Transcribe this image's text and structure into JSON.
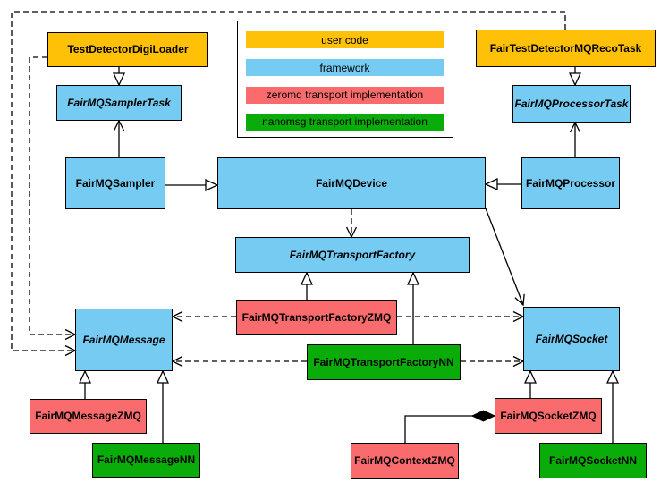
{
  "palette": {
    "user_code": "#FFC107",
    "framework": "#76CBF2",
    "zeromq": "#FA6B6D",
    "nanomsg": "#0AAC0A",
    "line": "#000000"
  },
  "legend": {
    "items": [
      {
        "label": "user code",
        "color": "#FFC107"
      },
      {
        "label": "framework",
        "color": "#76CBF2"
      },
      {
        "label": "zeromq transport implementation",
        "color": "#FA6B6D"
      },
      {
        "label": "nanomsg transport implementation",
        "color": "#0AAC0A"
      }
    ]
  },
  "nodes": [
    {
      "label": "TestDetectorDigiLoader",
      "category": "user_code",
      "abstract": false
    },
    {
      "label": "FairTestDetectorMQRecoTask",
      "category": "user_code",
      "abstract": false
    },
    {
      "label": "FairMQSamplerTask",
      "category": "framework",
      "abstract": true
    },
    {
      "label": "FairMQProcessorTask",
      "category": "framework",
      "abstract": true
    },
    {
      "label": "FairMQSampler",
      "category": "framework",
      "abstract": false
    },
    {
      "label": "FairMQDevice",
      "category": "framework",
      "abstract": false
    },
    {
      "label": "FairMQProcessor",
      "category": "framework",
      "abstract": false
    },
    {
      "label": "FairMQTransportFactory",
      "category": "framework",
      "abstract": true
    },
    {
      "label": "FairMQTransportFactoryZMQ",
      "category": "zeromq",
      "abstract": false
    },
    {
      "label": "FairMQTransportFactoryNN",
      "category": "nanomsg",
      "abstract": false
    },
    {
      "label": "FairMQMessage",
      "category": "framework",
      "abstract": true
    },
    {
      "label": "FairMQSocket",
      "category": "framework",
      "abstract": true
    },
    {
      "label": "FairMQMessageZMQ",
      "category": "zeromq",
      "abstract": false
    },
    {
      "label": "FairMQMessageNN",
      "category": "nanomsg",
      "abstract": false
    },
    {
      "label": "FairMQSocketZMQ",
      "category": "zeromq",
      "abstract": false
    },
    {
      "label": "FairMQSocketNN",
      "category": "nanomsg",
      "abstract": false
    },
    {
      "label": "FairMQContextZMQ",
      "category": "zeromq",
      "abstract": false
    }
  ],
  "edges": [
    {
      "from": "TestDetectorDigiLoader",
      "to": "FairMQSamplerTask",
      "type": "generalization"
    },
    {
      "from": "FairTestDetectorMQRecoTask",
      "to": "FairMQProcessorTask",
      "type": "generalization"
    },
    {
      "from": "FairMQSampler",
      "to": "FairMQDevice",
      "type": "generalization"
    },
    {
      "from": "FairMQProcessor",
      "to": "FairMQDevice",
      "type": "generalization"
    },
    {
      "from": "FairMQSampler",
      "to": "FairMQSamplerTask",
      "type": "association"
    },
    {
      "from": "FairMQProcessor",
      "to": "FairMQProcessorTask",
      "type": "association"
    },
    {
      "from": "FairMQDevice",
      "to": "FairMQTransportFactory",
      "type": "dependency"
    },
    {
      "from": "FairMQDevice",
      "to": "FairMQSocket",
      "type": "association"
    },
    {
      "from": "FairMQTransportFactoryZMQ",
      "to": "FairMQTransportFactory",
      "type": "generalization"
    },
    {
      "from": "FairMQTransportFactoryNN",
      "to": "FairMQTransportFactory",
      "type": "generalization"
    },
    {
      "from": "FairMQTransportFactoryZMQ",
      "to": "FairMQMessage",
      "type": "dependency"
    },
    {
      "from": "FairMQTransportFactoryZMQ",
      "to": "FairMQSocket",
      "type": "dependency"
    },
    {
      "from": "FairMQTransportFactoryNN",
      "to": "FairMQMessage",
      "type": "dependency"
    },
    {
      "from": "FairMQTransportFactoryNN",
      "to": "FairMQSocket",
      "type": "dependency"
    },
    {
      "from": "TestDetectorDigiLoader",
      "to": "FairMQMessage",
      "type": "dependency"
    },
    {
      "from": "FairTestDetectorMQRecoTask",
      "to": "FairMQMessage",
      "type": "dependency"
    },
    {
      "from": "FairMQMessageZMQ",
      "to": "FairMQMessage",
      "type": "generalization"
    },
    {
      "from": "FairMQMessageNN",
      "to": "FairMQMessage",
      "type": "generalization"
    },
    {
      "from": "FairMQSocketZMQ",
      "to": "FairMQSocket",
      "type": "generalization"
    },
    {
      "from": "FairMQSocketNN",
      "to": "FairMQSocket",
      "type": "generalization"
    },
    {
      "from": "FairMQContextZMQ",
      "to": "FairMQSocketZMQ",
      "type": "composition"
    }
  ]
}
